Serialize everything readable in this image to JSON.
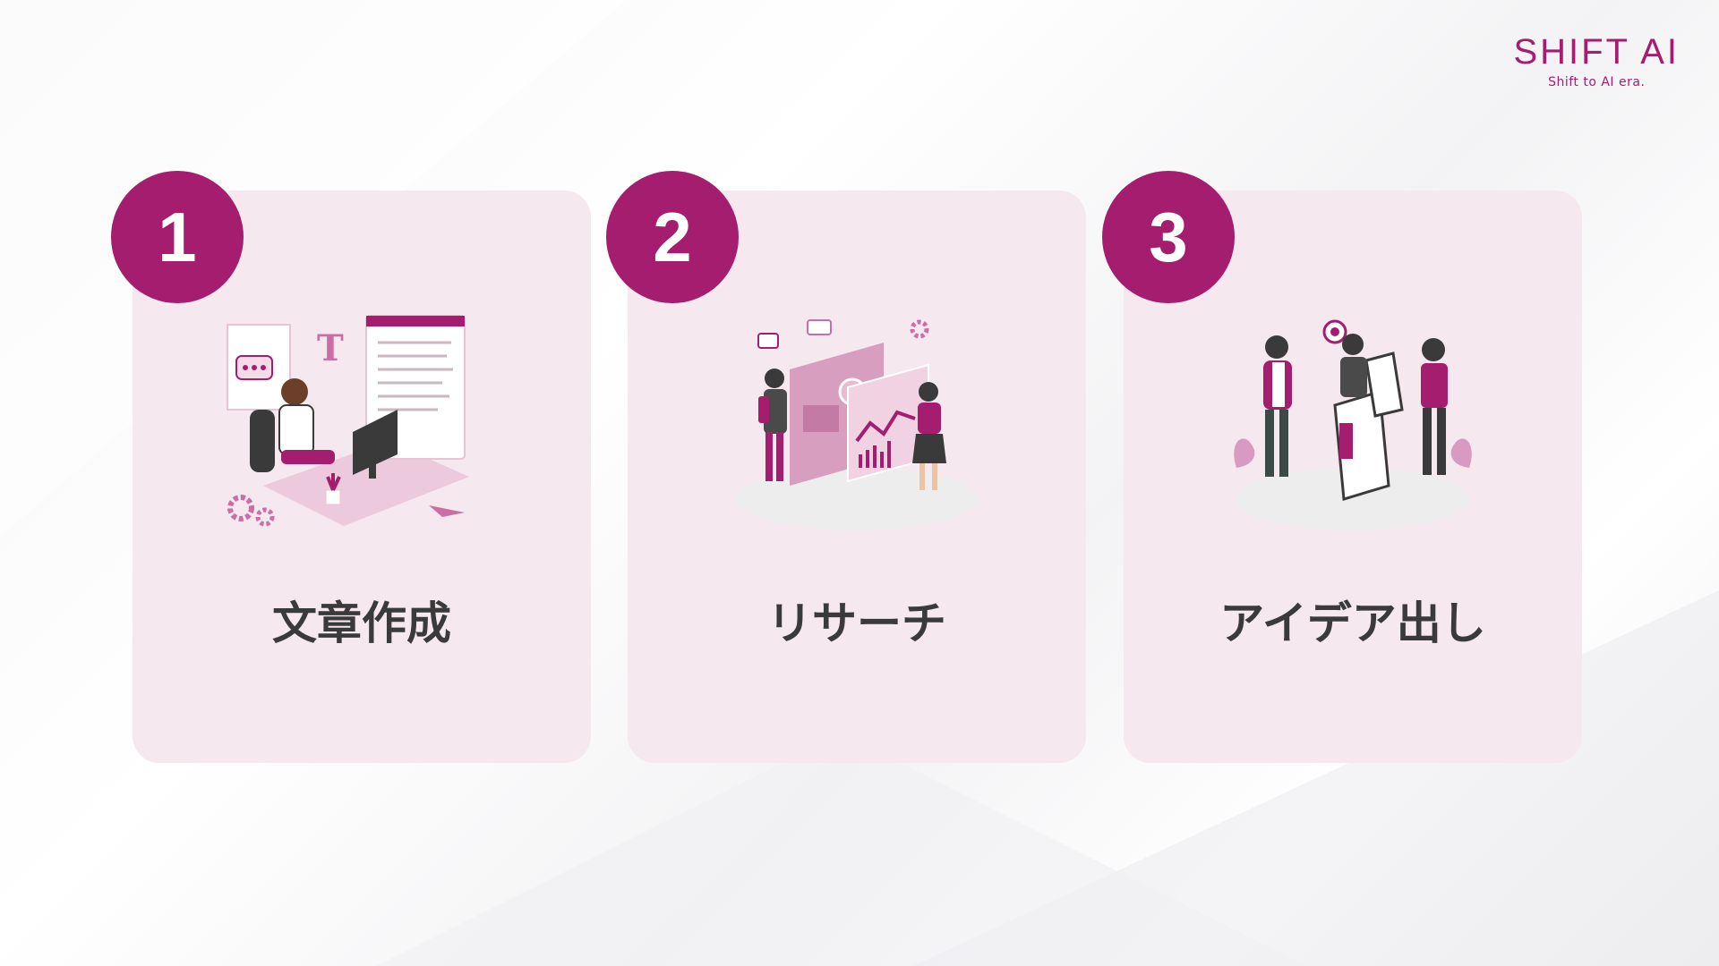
{
  "logo": {
    "title": "SHIFT AI",
    "subtitle": "Shift to AI era."
  },
  "cards": [
    {
      "number": "1",
      "label": "文章作成",
      "icon": "writing-illustration-icon"
    },
    {
      "number": "2",
      "label": "リサーチ",
      "icon": "research-illustration-icon"
    },
    {
      "number": "3",
      "label": "アイデア出し",
      "icon": "ideation-illustration-icon"
    }
  ],
  "colors": {
    "accent": "#a51d6e",
    "card_bg": "#f5e8ef",
    "text": "#3a3a3a"
  }
}
